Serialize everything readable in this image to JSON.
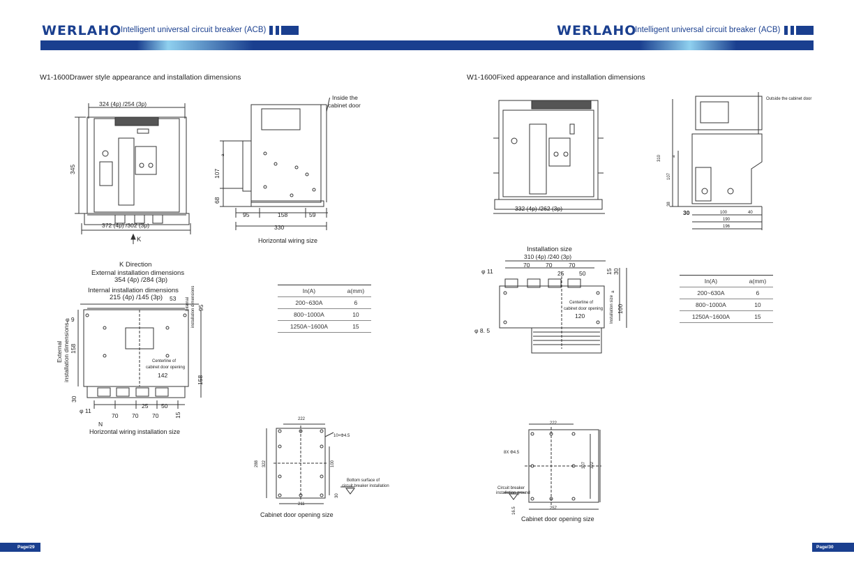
{
  "header": {
    "logo": "WERLAHO",
    "subtitle": "Intelligent universal circuit breaker (ACB)"
  },
  "colors": {
    "brand": "#1a3f8f",
    "band_light": "#8fd0ef",
    "band_dark": "#1a3f8f"
  },
  "left": {
    "section_title": "W1-1600Drawer style appearance and installation dimensions",
    "front": {
      "top_dim": "324 (4p) /254 (3p)",
      "height_dim": "345",
      "bottom_dim": "372 (4p) /302 (3p)",
      "k_arrow": "K"
    },
    "side": {
      "door_label_1": "Inside the",
      "door_label_2": "cabinet door",
      "a_label": "a",
      "dim_107": "107",
      "dim_68": "68",
      "dim_95": "95",
      "dim_158": "158",
      "dim_59": "59",
      "dim_330": "330",
      "caption": "Horizontal wiring size"
    },
    "kview": {
      "title_1": "K Direction",
      "title_2": "External installation dimensions",
      "ext_dim": "354 (4p) /284 (3p)",
      "int_title": "Internal installation dimensions",
      "int_dim": "215 (4p) /145 (3p)",
      "dim_53": "53",
      "dim_95": "95",
      "internal_v": "Internal",
      "install_dims_v": "installation dimensions",
      "phi9": "φ 9",
      "external_v": "External",
      "ext_install_v": "installation dimensions",
      "dim_158_left": "158",
      "dim_158_right": "158",
      "centerline_1": "Centerline of",
      "centerline_2": "cabinet door opening",
      "dim_142": "142",
      "dim_30": "30",
      "phi11": "φ 11",
      "dim_25": "25",
      "dim_50": "50",
      "dim_70a": "70",
      "dim_70b": "70",
      "dim_70c": "70",
      "dim_15": "15",
      "n_label": "N",
      "caption": "Horizontal wiring installation size"
    },
    "table": {
      "headers": [
        "In(A)",
        "a(mm)"
      ],
      "rows": [
        [
          "200~630A",
          "6"
        ],
        [
          "800~1000A",
          "10"
        ],
        [
          "1250A~1600A",
          "15"
        ]
      ]
    },
    "door": {
      "dim_222": "222",
      "holes": "10×Φ4.5",
      "dim_288": "288",
      "dim_322": "322",
      "dim_100": "100",
      "dim_211": "211",
      "dim_30": "30",
      "bottom_1": "Bottom surface of",
      "bottom_2": "circuit breaker installation",
      "caption": "Cabinet door opening size"
    },
    "page_no": "Page/29"
  },
  "right": {
    "section_title": "W1-1600Fixed appearance and installation dimensions",
    "front": {
      "bottom_dim": "332 (4p) /262 (3p)"
    },
    "side": {
      "outside_door": "Outside the cabinet door",
      "dim_310": "310",
      "a_label": "a",
      "dim_107": "107",
      "dim_38": "38",
      "dim_30": "30",
      "dim_100": "100",
      "dim_40": "40",
      "dim_190": "190",
      "dim_196": "196"
    },
    "install": {
      "title": "Installation size",
      "dim_top": "310 (4p) /240 (3p)",
      "dim_70a": "70",
      "dim_70b": "70",
      "dim_70c": "70",
      "dim_25": "25",
      "dim_50": "50",
      "dim_15": "15",
      "dim_30": "30",
      "phi11": "φ 11",
      "a_label": "a",
      "centerline_1": "Centerline of",
      "centerline_2": "cabinet door opening",
      "dim_120": "120",
      "install_size_v": "Installation size",
      "dim_100": "100",
      "phi85": "φ 8. 5"
    },
    "table": {
      "headers": [
        "In(A)",
        "a(mm)"
      ],
      "rows": [
        [
          "200~630A",
          "6"
        ],
        [
          "800~1000A",
          "10"
        ],
        [
          "1250A~1600A",
          "15"
        ]
      ]
    },
    "door": {
      "dim_222": "222",
      "holes": "8X Φ4.5",
      "dim_307": "307",
      "dim_322": "322",
      "dim_257": "257",
      "dim_165": "16.5",
      "cabinet_1": "Circuit breaker",
      "cabinet_2": "installation ground",
      "caption": "Cabinet door opening size"
    },
    "page_no": "Page/30"
  }
}
